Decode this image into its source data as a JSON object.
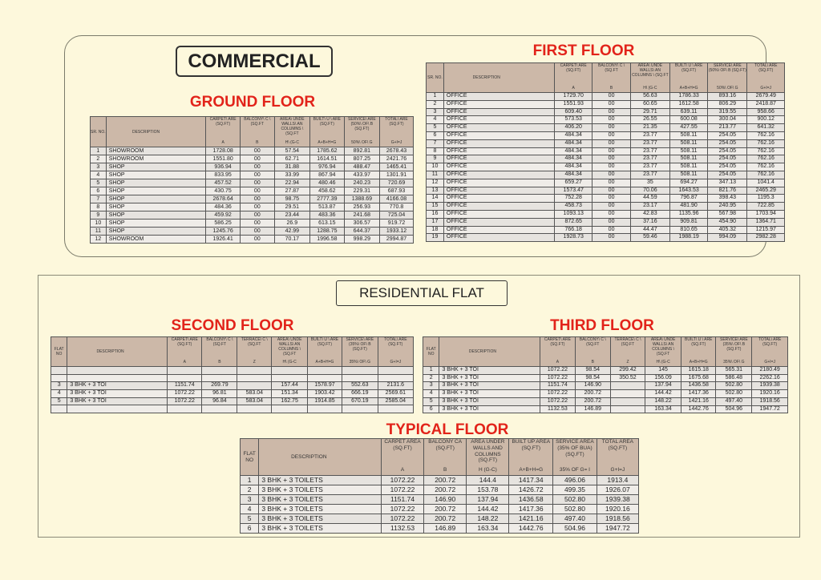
{
  "commercial": {
    "label": "COMMERCIAL",
    "ground_floor": {
      "title": "GROUND FLOOR",
      "headers": [
        {
          "label": "SR. NO.",
          "sub": ""
        },
        {
          "label": "DESCRIPTION",
          "sub": ""
        },
        {
          "label": "CARPET\\ ARE (SQ.FT)",
          "sub": "A"
        },
        {
          "label": "BALCONY\\ C \\ (SQ.FT",
          "sub": "B"
        },
        {
          "label": "AREA\\ UNDE WALLS\\ AN COLUMNS \\ (SQ.FT",
          "sub": "H\\ (G-C"
        },
        {
          "label": "BUILT\\ U \\ ARE (SQ.FT)",
          "sub": "A+B+H=G"
        },
        {
          "label": "SERVICE\\ ARE (50%\\ OF\\ B (SQ.FT)",
          "sub": "50%\\ OF\\ G"
        },
        {
          "label": "TOTAL\\ ARE (SQ.FT)",
          "sub": "G+I=J"
        }
      ],
      "rows": [
        [
          "1",
          "SHOWROOM",
          "1728.08",
          "00",
          "57.54",
          "1785.62",
          "892.81",
          "2678.43"
        ],
        [
          "2",
          "SHOWROOM",
          "1551.80",
          "00",
          "62.71",
          "1614.51",
          "807.25",
          "2421.76"
        ],
        [
          "3",
          "SHOP",
          "936.94",
          "00",
          "31.88",
          "976.94",
          "488.47",
          "1465.41"
        ],
        [
          "4",
          "SHOP",
          "833.95",
          "00",
          "33.99",
          "867.94",
          "433.97",
          "1301.91"
        ],
        [
          "5",
          "SHOP",
          "457.52",
          "00",
          "22.94",
          "480.46",
          "240.23",
          "720.69"
        ],
        [
          "6",
          "SHOP",
          "430.75",
          "00",
          "27.87",
          "458.62",
          "229.31",
          "687.93"
        ],
        [
          "7",
          "SHOP",
          "2678.64",
          "00",
          "98.75",
          "2777.39",
          "1388.69",
          "4166.08"
        ],
        [
          "8",
          "SHOP",
          "484.36",
          "00",
          "29.51",
          "513.87",
          "256.93",
          "770.8"
        ],
        [
          "9",
          "SHOP",
          "459.92",
          "00",
          "23.44",
          "483.36",
          "241.68",
          "725.04"
        ],
        [
          "10",
          "SHOP",
          "586.25",
          "00",
          "26.9",
          "613.15",
          "306.57",
          "919.72"
        ],
        [
          "11",
          "SHOP",
          "1245.76",
          "00",
          "42.99",
          "1288.75",
          "644.37",
          "1933.12"
        ],
        [
          "12",
          "SHOWROOM",
          "1926.41",
          "00",
          "70.17",
          "1996.58",
          "998.29",
          "2994.87"
        ]
      ]
    },
    "first_floor": {
      "title": "FIRST FLOOR",
      "headers": [
        {
          "label": "SR. NO.",
          "sub": ""
        },
        {
          "label": "DESCRIPTION",
          "sub": ""
        },
        {
          "label": "CARPET\\ ARE (SQ.FT)",
          "sub": "A"
        },
        {
          "label": "BALCONY\\ C \\ (SQ.FT",
          "sub": "B"
        },
        {
          "label": "AREA\\ UNDE WALLS\\ AN COLUMNS \\ (SQ.FT",
          "sub": "H\\ (G-C"
        },
        {
          "label": "BUILT\\ U \\ ARE (SQ.FT)",
          "sub": "A+B+H=G"
        },
        {
          "label": "SERVICE\\ ARE (50%\\ OF\\ B (SQ.FT)",
          "sub": "50%\\ OF\\ G"
        },
        {
          "label": "TOTAL\\ ARE (SQ.FT)",
          "sub": "G+I=J"
        }
      ],
      "rows": [
        [
          "1",
          "OFFICE",
          "1729.70",
          "00",
          "56.63",
          "1786.33",
          "893.16",
          "2679.49"
        ],
        [
          "2",
          "OFFICE",
          "1551.93",
          "00",
          "60.65",
          "1612.58",
          "806.29",
          "2418.87"
        ],
        [
          "3",
          "OFFICE",
          "609.40",
          "00",
          "29.71",
          "639.11",
          "319.55",
          "958.66"
        ],
        [
          "4",
          "OFFICE",
          "573.53",
          "00",
          "26.55",
          "600.08",
          "300.04",
          "900.12"
        ],
        [
          "5",
          "OFFICE",
          "406.20",
          "00",
          "21.35",
          "427.55",
          "213.77",
          "641.32"
        ],
        [
          "6",
          "OFFICE",
          "484.34",
          "00",
          "23.77",
          "508.11",
          "254.05",
          "762.16"
        ],
        [
          "7",
          "OFFICE",
          "484.34",
          "00",
          "23.77",
          "508.11",
          "254.05",
          "762.16"
        ],
        [
          "8",
          "OFFICE",
          "484.34",
          "00",
          "23.77",
          "508.11",
          "254.05",
          "762.16"
        ],
        [
          "9",
          "OFFICE",
          "484.34",
          "00",
          "23.77",
          "508.11",
          "254.05",
          "762.16"
        ],
        [
          "10",
          "OFFICE",
          "484.34",
          "00",
          "23.77",
          "508.11",
          "254.05",
          "762.16"
        ],
        [
          "11",
          "OFFICE",
          "484.34",
          "00",
          "23.77",
          "508.11",
          "254.05",
          "762.16"
        ],
        [
          "12",
          "OFFICE",
          "659.27",
          "00",
          "35",
          "694.27",
          "347.13",
          "1041.4"
        ],
        [
          "13",
          "OFFICE",
          "1573.47",
          "00",
          "70.06",
          "1643.53",
          "821.76",
          "2465.29"
        ],
        [
          "14",
          "OFFICE",
          "752.28",
          "00",
          "44.59",
          "796.87",
          "398.43",
          "1195.3"
        ],
        [
          "15",
          "OFFICE",
          "458.73",
          "00",
          "23.17",
          "481.90",
          "240.95",
          "722.85"
        ],
        [
          "16",
          "OFFICE",
          "1093.13",
          "00",
          "42.83",
          "1135.96",
          "567.98",
          "1703.94"
        ],
        [
          "17",
          "OFFICE",
          "872.65",
          "00",
          "37.16",
          "909.81",
          "454.90",
          "1364.71"
        ],
        [
          "18",
          "OFFICE",
          "766.18",
          "00",
          "44.47",
          "810.65",
          "405.32",
          "1215.97"
        ],
        [
          "19",
          "OFFICE",
          "1928.73",
          "00",
          "59.46",
          "1988.19",
          "994.09",
          "2982.28"
        ]
      ]
    }
  },
  "residential": {
    "label": "RESIDENTIAL FLAT",
    "second_floor": {
      "title": "SECOND FLOOR",
      "headers": [
        {
          "label": "FLAT NO",
          "sub": ""
        },
        {
          "label": "DESCRIPTION",
          "sub": ""
        },
        {
          "label": "CARPET\\ ARE (SQ.FT)",
          "sub": "A"
        },
        {
          "label": "BALCONY\\ C \\ (SQ.FT",
          "sub": "B"
        },
        {
          "label": "TERRACE\\ C \\ (SQ.FT",
          "sub": "Z"
        },
        {
          "label": "AREA\\ UNDE WALLS\\ AN COLUMNS \\ (SQ.FT",
          "sub": "H\\ (G-C"
        },
        {
          "label": "BUILT\\ U \\ ARE (SQ.FT)",
          "sub": "A+B+H=G"
        },
        {
          "label": "SERVICE\\ ARE (35%\\ OF\\ B (SQ.FT)",
          "sub": "35%\\ OF\\ G"
        },
        {
          "label": "TOTAL\\ ARE (SQ.FT)",
          "sub": "G+I=J"
        }
      ],
      "rows": [
        [
          "",
          "",
          "",
          "",
          "",
          "",
          "",
          "",
          ""
        ],
        [
          "",
          "",
          "",
          "",
          "",
          "",
          "",
          "",
          ""
        ],
        [
          "3",
          "3 BHK + 3 TOI",
          "1151.74",
          "269.79",
          "",
          "157.44",
          "1578.97",
          "552.63",
          "2131.6"
        ],
        [
          "4",
          "3 BHK + 3 TOI",
          "1072.22",
          "96.81",
          "583.04",
          "151.34",
          "1903.42",
          "666.19",
          "2569.61"
        ],
        [
          "5",
          "3 BHK + 3 TOI",
          "1072.22",
          "96.84",
          "583.04",
          "162.75",
          "1914.85",
          "670.19",
          "2585.04"
        ],
        [
          "",
          "",
          "",
          "",
          "",
          "",
          "",
          "",
          ""
        ]
      ]
    },
    "third_floor": {
      "title": "THIRD FLOOR",
      "headers": [
        {
          "label": "FLAT NO",
          "sub": ""
        },
        {
          "label": "DESCRIPTION",
          "sub": ""
        },
        {
          "label": "CARPET\\ ARE (SQ.FT)",
          "sub": "A"
        },
        {
          "label": "BALCONY\\ C \\ (SQ.FT",
          "sub": "B"
        },
        {
          "label": "TERRACE\\ C \\ (SQ.FT",
          "sub": "Z"
        },
        {
          "label": "AREA\\ UNDE WALLS\\ AN COLUMNS \\ (SQ.FT",
          "sub": "H\\ (G-C"
        },
        {
          "label": "BUILT\\ U \\ ARE (SQ.FT)",
          "sub": "A+B+H=G"
        },
        {
          "label": "SERVICE\\ ARE (35%\\ OF\\ B (SQ.FT)",
          "sub": "35%\\ OF\\ G"
        },
        {
          "label": "TOTAL\\ ARE (SQ.FT)",
          "sub": "G+I=J"
        }
      ],
      "rows": [
        [
          "1",
          "3 BHK + 3 TOI",
          "1072.22",
          "98.54",
          "299.42",
          "145",
          "1615.18",
          "565.31",
          "2180.49"
        ],
        [
          "2",
          "3 BHK + 3 TOI",
          "1072.22",
          "98.54",
          "350.52",
          "156.09",
          "1675.68",
          "586.48",
          "2262.16"
        ],
        [
          "3",
          "3 BHK + 3 TOI",
          "1151.74",
          "146.90",
          "",
          "137.94",
          "1436.58",
          "502.80",
          "1939.38"
        ],
        [
          "4",
          "3 BHK + 3 TOI",
          "1072.22",
          "200.72",
          "",
          "144.42",
          "1417.36",
          "502.80",
          "1920.16"
        ],
        [
          "5",
          "3 BHK + 3 TOI",
          "1072.22",
          "200.72",
          "",
          "148.22",
          "1421.16",
          "497.40",
          "1918.56"
        ],
        [
          "6",
          "3 BHK + 3 TOI",
          "1132.53",
          "146.89",
          "",
          "163.34",
          "1442.76",
          "504.96",
          "1947.72"
        ]
      ]
    },
    "typical_floor": {
      "title": "TYPICAL FLOOR",
      "headers": [
        {
          "label": "FLAT NO",
          "sub": ""
        },
        {
          "label": "DESCRIPTION",
          "sub": ""
        },
        {
          "label": "CARPET AREA (SQ.FT)",
          "sub": "A"
        },
        {
          "label": "BALCONY CA (SQ.FT)",
          "sub": "B"
        },
        {
          "label": "AREA UNDER WALLS AND COLUMNS (SQ.FT)",
          "sub": "H (G-C)"
        },
        {
          "label": "BUILT UP AREA (SQ.FT)",
          "sub": "A+B+H=G"
        },
        {
          "label": "SERVICE AREA (35% OF BUA) (SQ.FT)",
          "sub": "35% OF G= I"
        },
        {
          "label": "TOTAL AREA (SQ.FT)",
          "sub": "G+I=J"
        }
      ],
      "rows": [
        [
          "1",
          "3 BHK + 3 TOILETS",
          "1072.22",
          "200.72",
          "144.4",
          "1417.34",
          "496.06",
          "1913.4"
        ],
        [
          "2",
          "3 BHK + 3 TOILETS",
          "1072.22",
          "200.72",
          "153.78",
          "1426.72",
          "499.35",
          "1926.07"
        ],
        [
          "3",
          "3 BHK + 3 TOILETS",
          "1151.74",
          "146.90",
          "137.94",
          "1436.58",
          "502.80",
          "1939.38"
        ],
        [
          "4",
          "3 BHK + 3 TOILETS",
          "1072.22",
          "200.72",
          "144.42",
          "1417.36",
          "502.80",
          "1920.16"
        ],
        [
          "5",
          "3 BHK + 3 TOILETS",
          "1072.22",
          "200.72",
          "148.22",
          "1421.16",
          "497.40",
          "1918.56"
        ],
        [
          "6",
          "3 BHK + 3 TOILETS",
          "1132.53",
          "146.89",
          "163.34",
          "1442.76",
          "504.96",
          "1947.72"
        ]
      ]
    }
  }
}
